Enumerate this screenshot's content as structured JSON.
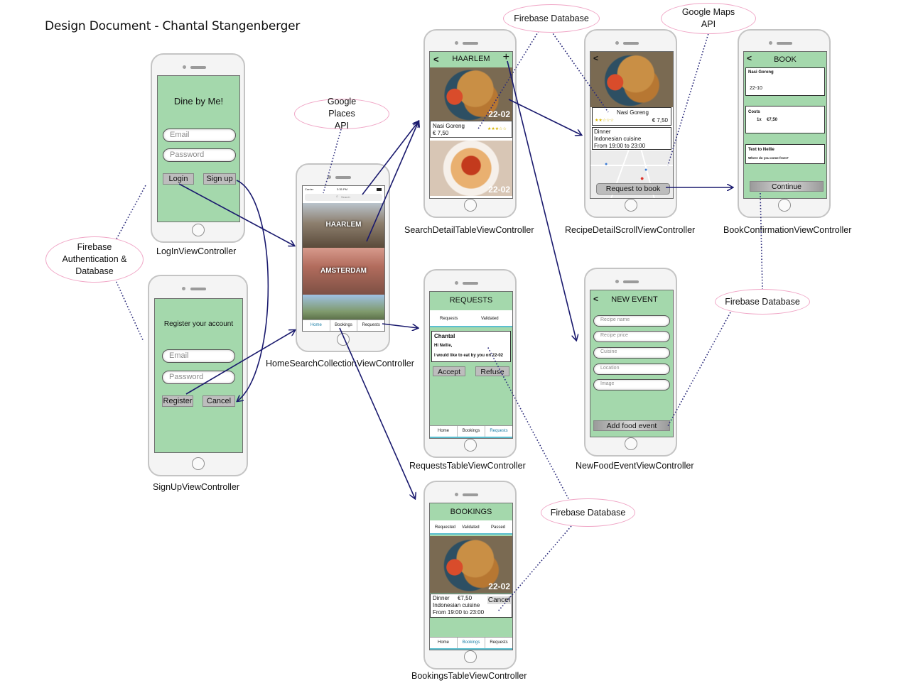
{
  "title": "Design Document - Chantal Stangenberger",
  "controllers": {
    "login": "LogInViewController",
    "signup": "SignUpViewController",
    "home": "HomeSearchCollectionViewController",
    "search_detail": "SearchDetailTableViewController",
    "recipe_detail": "RecipeDetailScrollViewController",
    "book_confirmation": "BookConfirmationViewController",
    "requests": "RequestsTableViewController",
    "new_food_event": "NewFoodEventViewController",
    "bookings": "BookingsTableViewController"
  },
  "bubbles": {
    "firebase_auth": "Firebase Authentication & Database",
    "google_places": "Google Places API",
    "firebase_db_top": "Firebase Database",
    "google_maps": "Google Maps API",
    "firebase_db_right": "Firebase Database",
    "firebase_db_bottom": "Firebase Database"
  },
  "login": {
    "app_title": "Dine by Me!",
    "email_placeholder": "Email",
    "password_placeholder": "Password",
    "login_button": "Login",
    "signup_button": "Sign up"
  },
  "signup": {
    "heading": "Register your account",
    "email_placeholder": "Email",
    "password_placeholder": "Password",
    "register_button": "Register",
    "cancel_button": "Cancel"
  },
  "home": {
    "carrier": "Carrier",
    "time": "3:35 PM",
    "search_placeholder": "Search",
    "cities": [
      "HAARLEM",
      "AMSTERDAM"
    ],
    "tabs": [
      "Home",
      "Bookings",
      "Requests"
    ]
  },
  "search_detail": {
    "nav_title": "HAARLEM",
    "add_symbol": "+",
    "back_symbol": "<",
    "date1": "22-02",
    "date2": "22-02",
    "dish": "Nasi Goreng",
    "price": "€ 7,50",
    "stars": "★★★☆☆"
  },
  "recipe_detail": {
    "dish": "Nasi Goreng",
    "stars": "★★☆☆☆",
    "price": "€ 7,50",
    "meal": "Dinner",
    "cuisine": "Indonesian cuisine",
    "time": "From 19:00 to 23:00",
    "request_button": "Request to book"
  },
  "book": {
    "nav_title": "BOOK",
    "dish": "Nasi Goreng",
    "date": "22-10",
    "costs_label": "Costs",
    "qty": "1x",
    "cost": "€7,50",
    "message_label": "Text to Nellie",
    "message_placeholder": "Where do you come from?",
    "continue_button": "Continue"
  },
  "requests": {
    "nav_title": "REQUESTS",
    "segments": [
      "Requests",
      "Validated"
    ],
    "sender": "Chantal",
    "greeting": "Hi Nellie,",
    "message": "I would like to eat by you on 22-02",
    "accept_button": "Accept",
    "refuse_button": "Refuse",
    "tabs": [
      "Home",
      "Bookings",
      "Requests"
    ]
  },
  "new_event": {
    "nav_title": "NEW EVENT",
    "fields": [
      "Recipe name",
      "Recipe price",
      "Cuisine",
      "Location",
      "Image"
    ],
    "add_button": "Add food event"
  },
  "bookings": {
    "nav_title": "BOOKINGS",
    "segments": [
      "Requested",
      "Validated",
      "Passed"
    ],
    "date": "22-02",
    "meal": "Dinner",
    "price": "€7,50",
    "cuisine": "Indonesian cuisine",
    "time": "From 19:00 to 23:00",
    "cancel_button": "Cancel",
    "tabs": [
      "Home",
      "Bookings",
      "Requests"
    ]
  }
}
